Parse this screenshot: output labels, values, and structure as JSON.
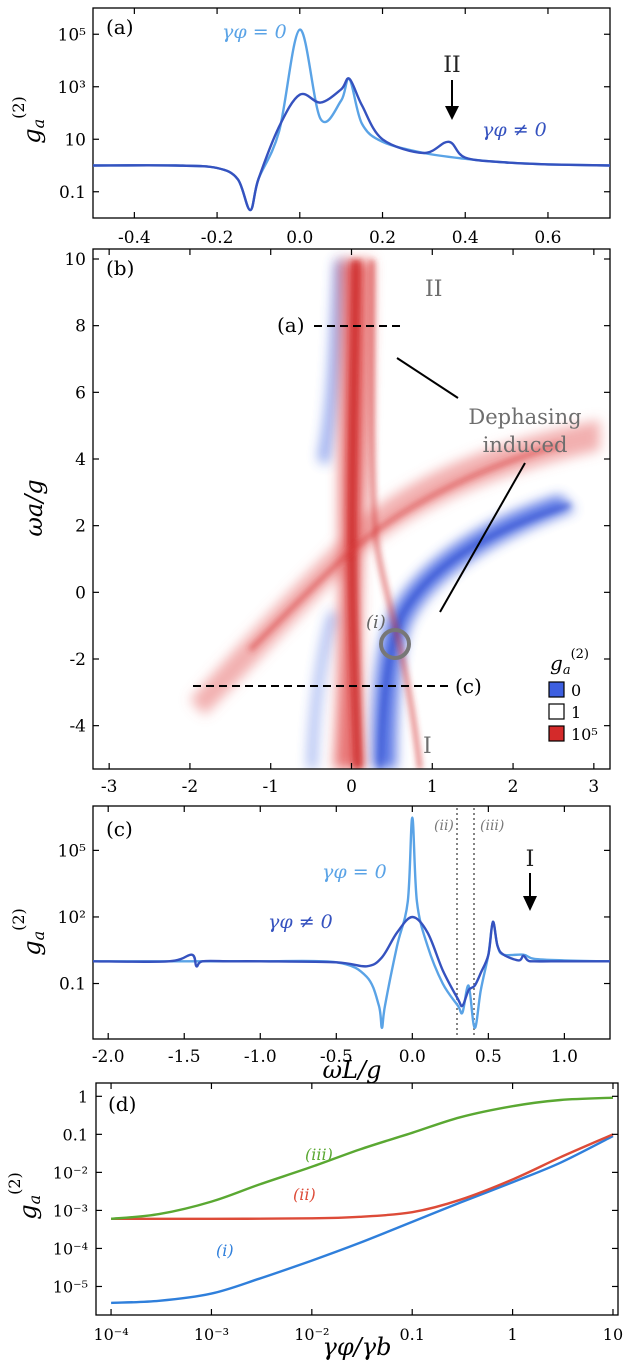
{
  "colors": {
    "light_blue": "#5aa3e6",
    "dark_blue": "#3552bf",
    "map_blue": "#3d5fe0",
    "map_red": "#d42a2a",
    "annotation_gray": "#6e6e6e",
    "curve_i": "#2f7fdb",
    "curve_ii": "#dd4b38",
    "curve_iii": "#5aa832"
  },
  "panel_a": {
    "tag": "(a)",
    "xlim": [
      -0.5,
      0.75
    ],
    "ylog": true,
    "xticks": [
      "-0.4",
      "-0.2",
      "0.0",
      "0.2",
      "0.4",
      "0.6"
    ],
    "yticks": [
      "0.1",
      "10",
      "10³",
      "10⁵"
    ],
    "ylabel": "g",
    "label_light": "γφ = 0",
    "label_dark": "γφ ≠ 0",
    "arrow_label": "II"
  },
  "panel_b": {
    "tag": "(b)",
    "xlim": [
      -3.2,
      3.2
    ],
    "ylim": [
      -5.3,
      10.3
    ],
    "xticks": [
      "-3",
      "-2",
      "-1",
      "0",
      "1",
      "2",
      "3"
    ],
    "yticks": [
      "10",
      "8",
      "6",
      "4",
      "2",
      "0",
      "-2",
      "-4"
    ],
    "ylabel": "ωa/g",
    "cut_a_label": "(a)",
    "cut_c_label": "(c)",
    "branch_upper": "II",
    "branch_lower": "I",
    "annotation_line1": "Dephasing",
    "annotation_line2": "induced",
    "circle_label": "(i)",
    "legend_title": "g",
    "legend_items": [
      {
        "label": "0",
        "color": "#3d5fe0"
      },
      {
        "label": "1",
        "color": "#ffffff"
      },
      {
        "label": "10⁵",
        "color": "#d42a2a"
      }
    ]
  },
  "panel_c": {
    "tag": "(c)",
    "xlim": [
      -2.1,
      1.3
    ],
    "ylog": true,
    "xticks": [
      "-2.0",
      "-1.5",
      "-1.0",
      "-0.5",
      "0.0",
      "0.5",
      "1.0"
    ],
    "yticks": [
      "0.1",
      "10²",
      "10⁵"
    ],
    "xlabel": "ωL/g",
    "ylabel": "g",
    "label_light": "γφ = 0",
    "label_dark": "γφ ≠ 0",
    "arrow_label": "I",
    "marker_ii": "(ii)",
    "marker_iii": "(iii)"
  },
  "panel_d": {
    "tag": "(d)",
    "xlog": true,
    "ylog": true,
    "xticks": [
      "10⁻⁴",
      "10⁻³",
      "10⁻²",
      "0.1",
      "1",
      "10"
    ],
    "yticks": [
      "1",
      "0.1",
      "10⁻²",
      "10⁻³",
      "10⁻⁴",
      "10⁻⁵"
    ],
    "xlabel": "γφ/γb",
    "ylabel": "g",
    "curve_labels": [
      "(i)",
      "(ii)",
      "(iii)"
    ]
  },
  "chart_data": [
    {
      "panel": "a",
      "type": "line",
      "x_range": [
        -0.5,
        0.75
      ],
      "ylog": true,
      "series": [
        {
          "name": "γφ = 0",
          "color": "#5aa3e6",
          "x": [
            -0.5,
            -0.3,
            -0.2,
            -0.15,
            -0.12,
            -0.1,
            -0.05,
            0.0,
            0.05,
            0.1,
            0.12,
            0.15,
            0.2,
            0.3,
            0.4,
            0.5,
            0.6,
            0.75
          ],
          "y": [
            1,
            1,
            0.8,
            0.3,
            0.02,
            0.3,
            20,
            150000.0,
            60,
            300,
            2000,
            40,
            8,
            3,
            1.8,
            1.3,
            1.1,
            1
          ]
        },
        {
          "name": "γφ ≠ 0",
          "color": "#3552bf",
          "x": [
            -0.5,
            -0.3,
            -0.2,
            -0.15,
            -0.12,
            -0.1,
            -0.05,
            0.0,
            0.05,
            0.1,
            0.12,
            0.15,
            0.2,
            0.3,
            0.36,
            0.4,
            0.5,
            0.6,
            0.75
          ],
          "y": [
            1,
            1,
            0.8,
            0.3,
            0.02,
            0.3,
            30,
            500,
            250,
            800,
            2000,
            200,
            10,
            3,
            8,
            2,
            1.3,
            1.1,
            1
          ]
        }
      ]
    },
    {
      "panel": "b",
      "type": "heatmap",
      "x_range": [
        -3.2,
        3.2
      ],
      "y_range": [
        -5.3,
        10.3
      ],
      "cuts": [
        {
          "y": 8,
          "x_start": -0.5,
          "x_end": 0.5
        },
        {
          "y": -3,
          "x_start": -2,
          "x_end": 1.25
        }
      ],
      "marker_i": {
        "x": 0.5,
        "y": -1.75
      }
    },
    {
      "panel": "c",
      "type": "line",
      "x_range": [
        -2.1,
        1.3
      ],
      "ylog": true,
      "vlines": [
        0.33,
        0.41
      ],
      "series": [
        {
          "name": "γφ = 0",
          "color": "#5aa3e6",
          "x": [
            -2.1,
            -1.5,
            -1.0,
            -0.5,
            -0.3,
            -0.22,
            -0.2,
            -0.18,
            -0.1,
            -0.03,
            0.0,
            0.03,
            0.1,
            0.2,
            0.3,
            0.33,
            0.37,
            0.41,
            0.45,
            0.5,
            0.53,
            0.56,
            0.6,
            0.73,
            0.8,
            1.0,
            1.3
          ],
          "y": [
            1,
            1,
            1,
            0.9,
            0.2,
            0.01,
            0.001,
            0.01,
            5,
            500,
            3000000.0,
            500,
            5,
            0.1,
            0.01,
            0.005,
            0.08,
            0.001,
            0.05,
            2,
            60,
            5,
            2,
            2,
            1.3,
            1.1,
            1
          ]
        },
        {
          "name": "γφ ≠ 0",
          "color": "#3552bf",
          "x": [
            -2.1,
            -1.6,
            -1.45,
            -1.42,
            -1.38,
            -1.2,
            -1.0,
            -0.5,
            -0.3,
            -0.2,
            -0.1,
            0.0,
            0.1,
            0.2,
            0.3,
            0.33,
            0.37,
            0.41,
            0.45,
            0.5,
            0.53,
            0.56,
            0.6,
            0.7,
            0.73,
            0.76,
            0.8,
            1.0,
            1.3
          ],
          "y": [
            1,
            1,
            2,
            0.6,
            1,
            1,
            1,
            0.9,
            0.6,
            1.5,
            20,
            100,
            20,
            0.4,
            0.02,
            0.01,
            0.05,
            0.08,
            0.3,
            2,
            60,
            5,
            2,
            1.1,
            1.8,
            1.1,
            1,
            1,
            1
          ]
        }
      ]
    },
    {
      "panel": "d",
      "type": "line",
      "xlog": true,
      "ylog": true,
      "x_range": [
        0.0001,
        10
      ],
      "series": [
        {
          "name": "(i)",
          "color": "#2f7fdb",
          "x": [
            0.0001,
            0.0003,
            0.001,
            0.003,
            0.01,
            0.03,
            0.1,
            0.3,
            1,
            3,
            10
          ],
          "y": [
            3.7e-06,
            4.2e-06,
            6.5e-06,
            1.6e-05,
            4.8e-05,
            0.00014,
            0.0005,
            0.0016,
            0.0055,
            0.018,
            0.09
          ]
        },
        {
          "name": "(ii)",
          "color": "#dd4b38",
          "x": [
            0.0001,
            0.001,
            0.01,
            0.03,
            0.1,
            0.3,
            1,
            3,
            10
          ],
          "y": [
            0.0006,
            0.0006,
            0.00062,
            0.00068,
            0.0009,
            0.0019,
            0.0065,
            0.025,
            0.1
          ]
        },
        {
          "name": "(iii)",
          "color": "#5aa832",
          "x": [
            0.0001,
            0.0003,
            0.001,
            0.003,
            0.01,
            0.03,
            0.1,
            0.3,
            1,
            3,
            10
          ],
          "y": [
            0.0006,
            0.0008,
            0.0017,
            0.0048,
            0.014,
            0.04,
            0.11,
            0.28,
            0.55,
            0.8,
            0.92
          ]
        }
      ]
    }
  ]
}
